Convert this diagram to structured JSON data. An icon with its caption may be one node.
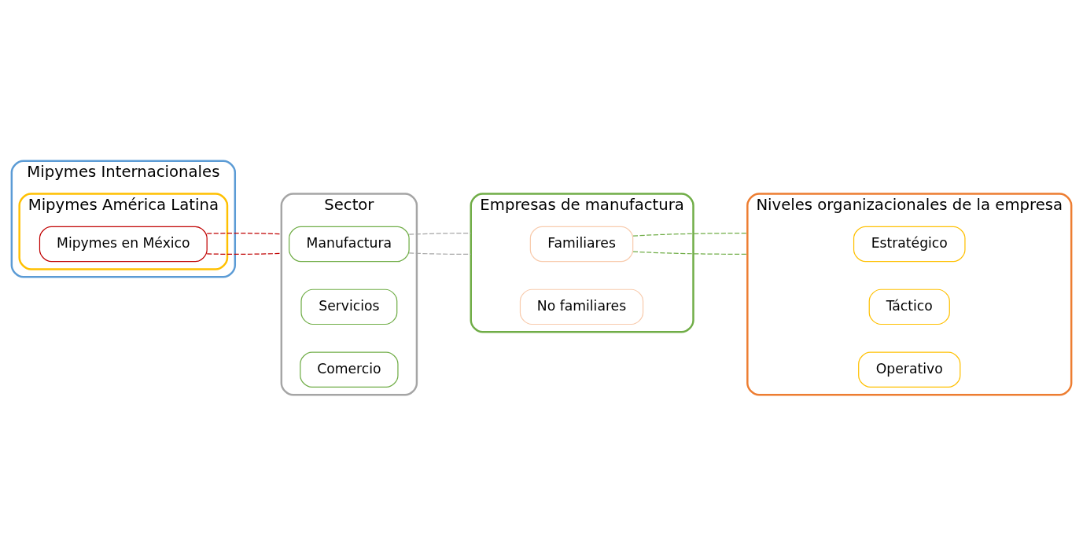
{
  "diagram": {
    "nodes": [
      {
        "text": [
          "Mipymes Internacionales"
        ]
      },
      {
        "text": [
          "Mipymes América Latina"
        ],
        "in": 0
      },
      {
        "text": [
          "Mipymes en México"
        ],
        "in": 1
      },
      {
        "text": [
          "Sector"
        ]
      },
      {
        "text": [
          "Manufactura"
        ],
        "in": 3
      },
      {
        "text": [
          "Servicios"
        ],
        "in": 3
      },
      {
        "text": [
          "Comercio"
        ],
        "in": 3
      },
      {
        "text": [
          "Empresas de manufactura"
        ]
      },
      {
        "text": [
          "Familiares"
        ],
        "in": 7
      },
      {
        "text": [
          "No familiares"
        ],
        "in": 7
      },
      {
        "text": [
          "Niveles organizacionales de la empresa"
        ]
      },
      {
        "text": [
          "Estratégico"
        ],
        "in": 10
      },
      {
        "text": [
          "Táctico"
        ],
        "in": 10
      },
      {
        "text": [
          "Operativo"
        ],
        "in": 10
      }
    ],
    "edges": [
      {
        "from": 2,
        "to": 3,
        "arrow": "none",
        "style": "dashed",
        "color": "#c00000"
      },
      {
        "from": 2,
        "to": 3,
        "arrow": "none",
        "style": "dashed",
        "color": "#c00000"
      },
      {
        "from": 4,
        "to": 7,
        "arrow": "none",
        "style": "dashed",
        "color": "#a5a5a5"
      },
      {
        "from": 4,
        "to": 7,
        "arrow": "none",
        "style": "dashed",
        "color": "#a5a5a5"
      },
      {
        "from": 8,
        "to": 10,
        "arrow": "none",
        "style": "dashed",
        "color": "#70ad47"
      },
      {
        "from": 8,
        "to": 10,
        "arrow": "none",
        "style": "dashed",
        "color": "#70ad47"
      }
    ]
  }
}
